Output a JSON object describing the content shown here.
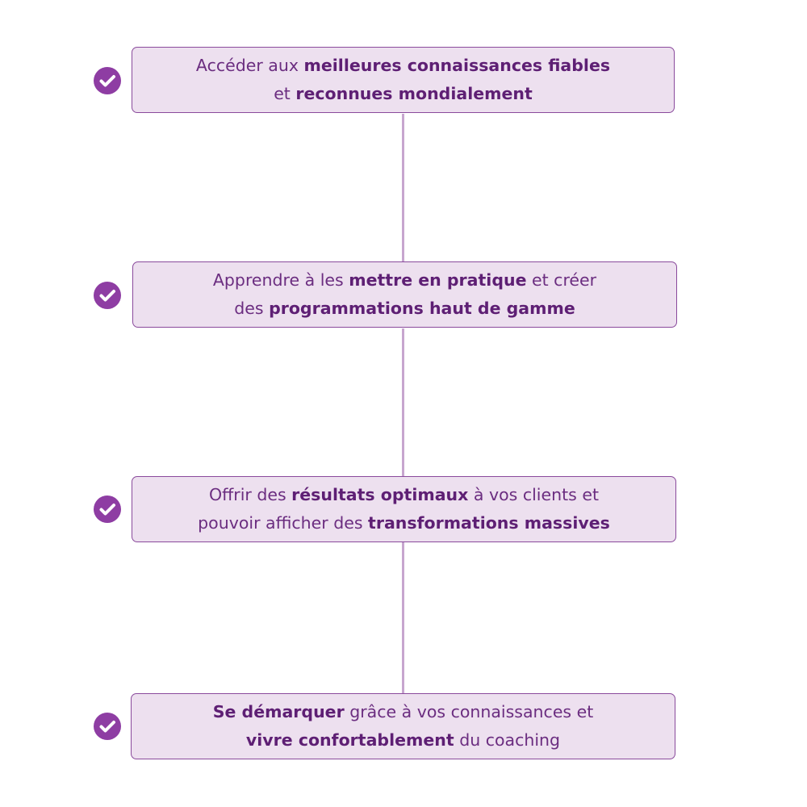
{
  "colors": {
    "accent": "#8e3da3",
    "box_fill": "#ede0ef",
    "box_border": "#8a4a9c",
    "connector": "#c7a6cf",
    "text": "#6b2d80"
  },
  "icons": {
    "check": "check-circle-icon"
  },
  "steps": [
    {
      "line1": [
        {
          "text": "Accéder aux ",
          "bold": false
        },
        {
          "text": "meilleures connaissances fiables",
          "bold": true
        }
      ],
      "line2": [
        {
          "text": "et ",
          "bold": false
        },
        {
          "text": "reconnues mondialement",
          "bold": true
        }
      ]
    },
    {
      "line1": [
        {
          "text": "Apprendre à les ",
          "bold": false
        },
        {
          "text": "mettre en pratique",
          "bold": true
        },
        {
          "text": " et créer",
          "bold": false
        }
      ],
      "line2": [
        {
          "text": "des ",
          "bold": false
        },
        {
          "text": "programmations haut de gamme",
          "bold": true
        }
      ]
    },
    {
      "line1": [
        {
          "text": "Offrir des ",
          "bold": false
        },
        {
          "text": "résultats optimaux",
          "bold": true
        },
        {
          "text": " à vos clients et",
          "bold": false
        }
      ],
      "line2": [
        {
          "text": "pouvoir afficher des ",
          "bold": false
        },
        {
          "text": "transformations massives",
          "bold": true
        }
      ]
    },
    {
      "line1": [
        {
          "text": "Se démarquer",
          "bold": true
        },
        {
          "text": " grâce à vos connaissances et",
          "bold": false
        }
      ],
      "line2": [
        {
          "text": "vivre confortablement",
          "bold": true
        },
        {
          "text": " du coaching",
          "bold": false
        }
      ]
    }
  ]
}
